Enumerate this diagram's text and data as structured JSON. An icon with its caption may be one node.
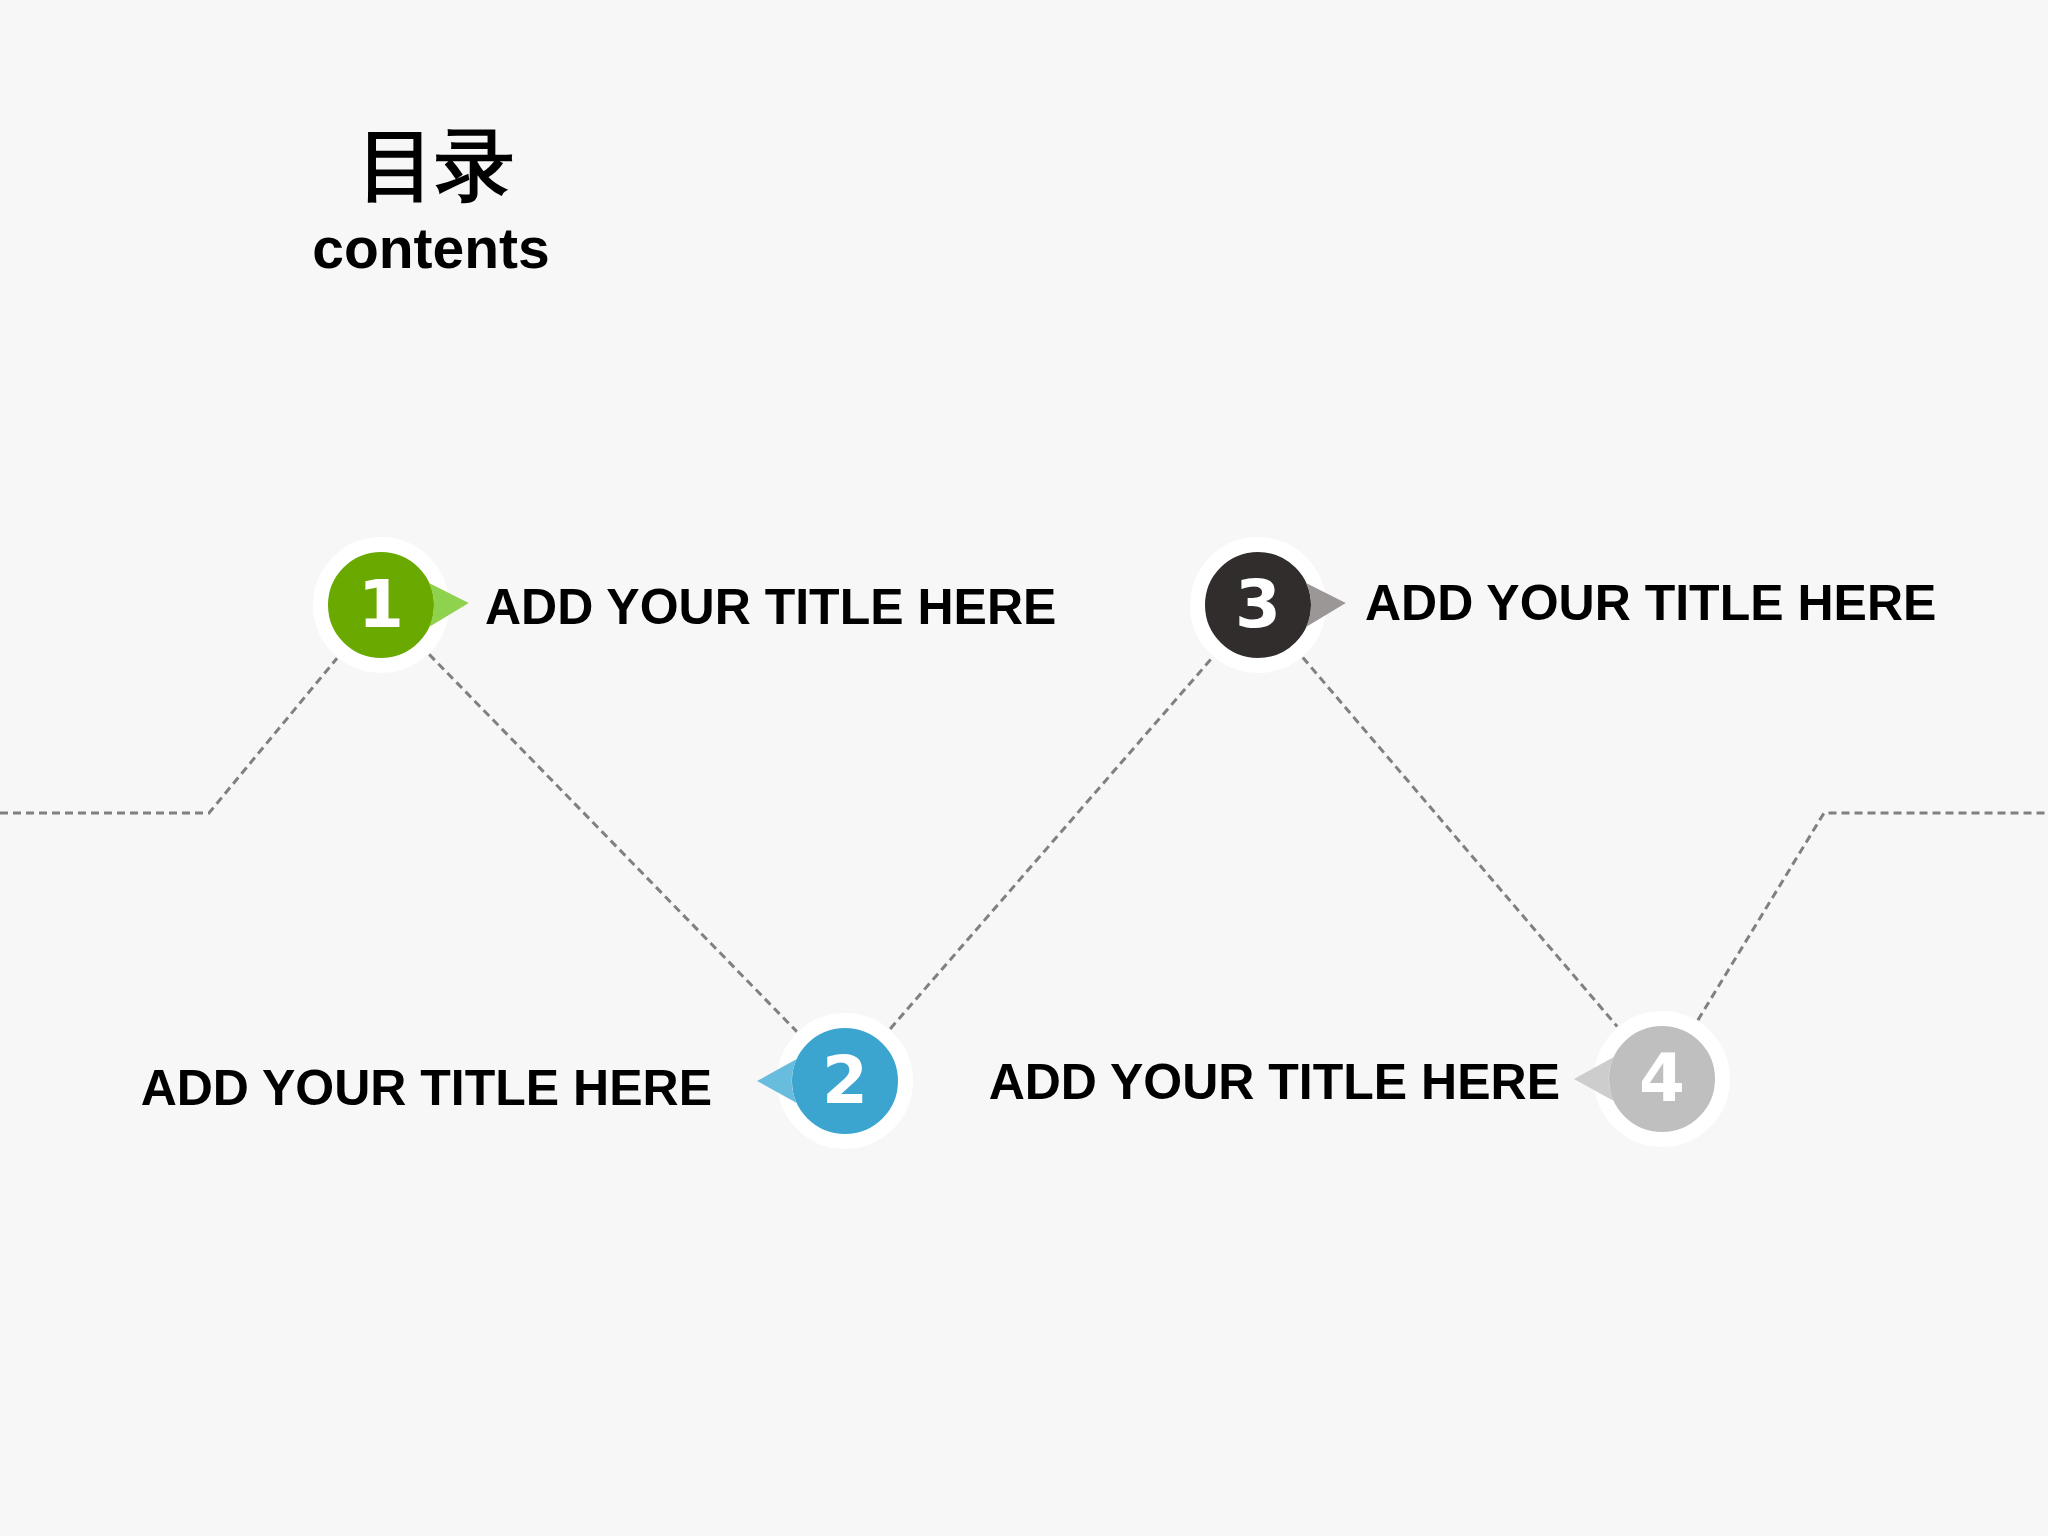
{
  "diagram": {
    "title": "目录",
    "nodes": [
      {
        "text": [
          "1"
        ],
        "beside": [
          "ADD YOUR TITLE HERE"
        ]
      },
      {
        "text": [
          "2"
        ],
        "beside": [
          "ADD YOUR TITLE HERE"
        ]
      },
      {
        "text": [
          "3"
        ],
        "beside": [
          "ADD YOUR TITLE HERE"
        ]
      },
      {
        "text": [
          "4"
        ],
        "beside": [
          "ADD YOUR TITLE HERE"
        ]
      }
    ],
    "edges": [
      {
        "from": null,
        "to": 0,
        "arrow": "none",
        "style": "dashed"
      },
      {
        "from": 0,
        "to": 1,
        "arrow": "none",
        "style": "dashed"
      },
      {
        "from": 1,
        "to": 2,
        "arrow": "none",
        "style": "dashed"
      },
      {
        "from": 2,
        "to": 3,
        "arrow": "none",
        "style": "dashed"
      },
      {
        "from": 3,
        "to": null,
        "arrow": "none",
        "style": "dashed"
      }
    ],
    "labels": [
      "contents"
    ]
  }
}
